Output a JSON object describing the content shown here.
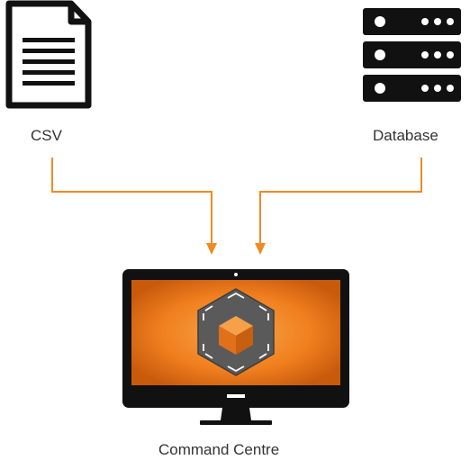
{
  "nodes": {
    "csv": {
      "label": "CSV",
      "icon": "csv-file-icon"
    },
    "database": {
      "label": "Database",
      "icon": "database-server-icon"
    },
    "command_centre": {
      "label": "Command Centre",
      "icon": "monitor-icon"
    }
  },
  "edges": [
    {
      "from": "csv",
      "to": "command_centre"
    },
    {
      "from": "database",
      "to": "command_centre"
    }
  ],
  "colors": {
    "icon": "#111111",
    "connector": "#f08a24",
    "screen_orange": "#f07f1f",
    "logo_hex": "#555555",
    "label_text": "#333333"
  }
}
